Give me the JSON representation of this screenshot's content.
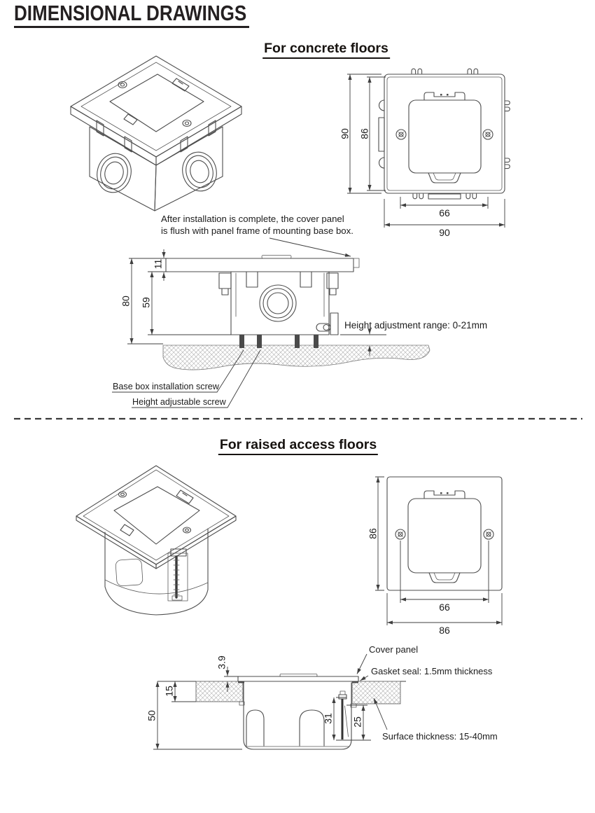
{
  "title": "DIMENSIONAL DRAWINGS",
  "colors": {
    "line": "#4d4d4d",
    "text": "#1c1c1c",
    "title": "#242021"
  },
  "concrete": {
    "heading": "For concrete floors",
    "front": {
      "outer_height": "90",
      "inner_height": "86",
      "screw_spacing": "66",
      "outer_width": "90"
    },
    "side": {
      "panel_thickness": "11",
      "box_depth": "59",
      "overall_depth": "80",
      "note_line1": "After installation is complete, the cover panel",
      "note_line2": "is flush with panel frame of mounting base box.",
      "height_adjustment": "Height adjustment range: 0-21mm",
      "base_box_screw": "Base box installation screw",
      "height_screw": "Height adjustable screw"
    }
  },
  "raised": {
    "heading": "For raised access floors",
    "front": {
      "outer_height": "86",
      "screw_spacing": "66",
      "outer_width": "86"
    },
    "side": {
      "panel_protrusion": "3.9",
      "floor_thickness": "15",
      "overall_depth": "50",
      "clamp_travel": "31",
      "clamp_range": "25",
      "cover_panel": "Cover panel",
      "gasket": "Gasket seal: 1.5mm thickness",
      "surface": "Surface thickness: 15-40mm"
    }
  }
}
